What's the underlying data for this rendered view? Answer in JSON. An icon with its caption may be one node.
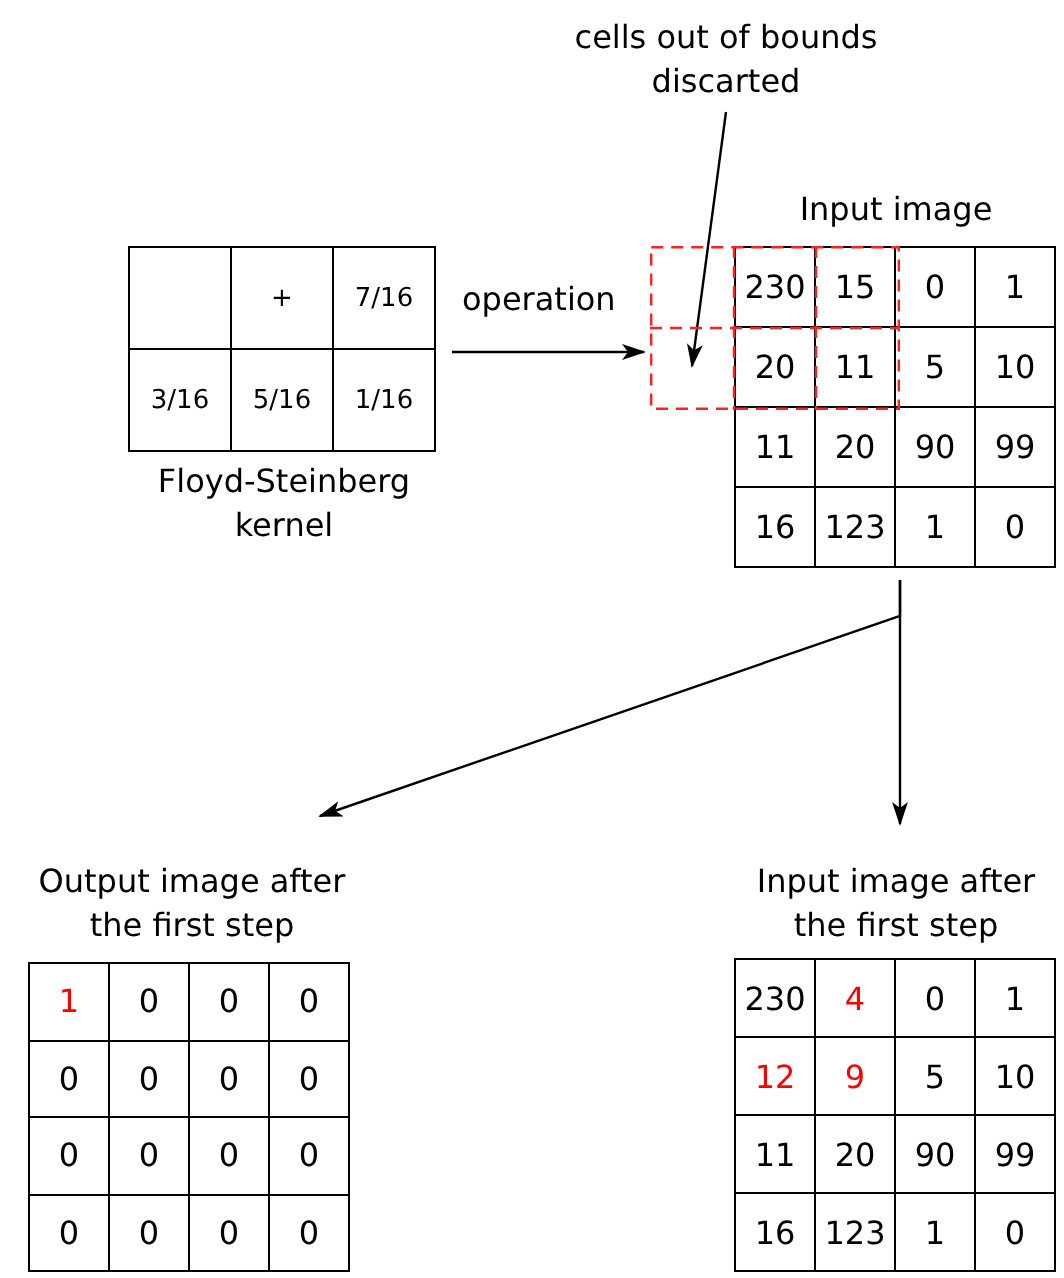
{
  "diagram": {
    "nodes": [
      {
        "text": [
          "Floyd-Steinberg kernel"
        ]
      },
      {
        "text": [
          "Input image"
        ]
      },
      {
        "text": [
          "Output image after the first step"
        ]
      },
      {
        "text": [
          "Input image after the first step"
        ]
      },
      {
        "text": [
          "cells out of bounds discarted"
        ]
      },
      {
        "text": [],
        "shape": "box"
      }
    ],
    "edges": [
      {
        "from": 0,
        "to": 5,
        "arrow": "to",
        "label": "operation"
      },
      {
        "from": 1,
        "to": 2,
        "arrow": "to"
      },
      {
        "from": 1,
        "to": 3,
        "arrow": "to"
      },
      {
        "from": 4,
        "to": 5,
        "arrow": "to"
      }
    ],
    "labels": [
      "+",
      "7/16",
      "3/16",
      "5/16",
      "1/16",
      "230",
      "15",
      "0",
      "1",
      "20",
      "11",
      "5",
      "10",
      "11",
      "20",
      "90",
      "99",
      "16",
      "123",
      "1",
      "0",
      "1",
      "0",
      "0",
      "0",
      "0",
      "0",
      "0",
      "0",
      "0",
      "0",
      "0",
      "0",
      "0",
      "0",
      "0",
      "0",
      "230",
      "4",
      "0",
      "1",
      "12",
      "9",
      "5",
      "10",
      "11",
      "20",
      "90",
      "99",
      "16",
      "123",
      "1",
      "0"
    ]
  }
}
